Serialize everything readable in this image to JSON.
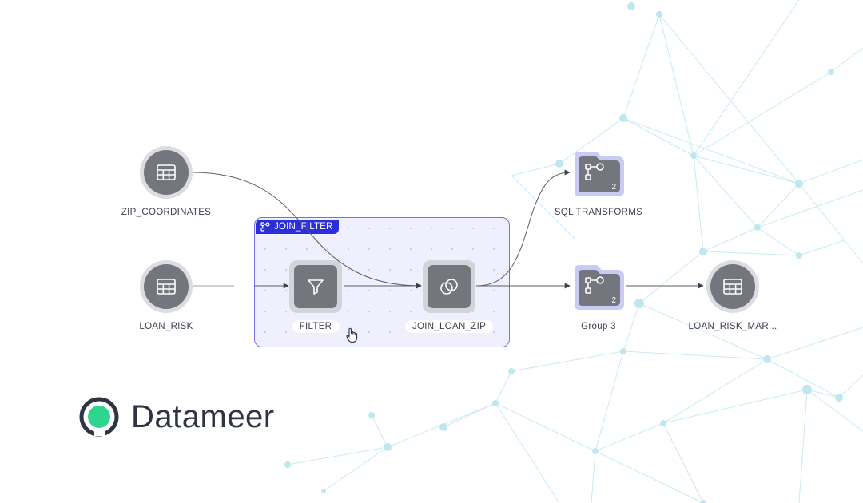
{
  "group": {
    "tag_label": "JOIN_FILTER",
    "tag_icon": "group-icon",
    "accent": "#2b2fd9",
    "border": "#6d72e0"
  },
  "nodes": {
    "zip_coordinates": {
      "label": "ZIP_COORDINATES",
      "icon": "table-icon"
    },
    "loan_risk": {
      "label": "LOAN_RISK",
      "icon": "table-icon"
    },
    "filter": {
      "label": "FILTER",
      "icon": "filter-funnel-icon"
    },
    "join_loan_zip": {
      "label": "JOIN_LOAN_ZIP",
      "icon": "join-circles-icon"
    },
    "sql_transforms": {
      "label": "SQL TRANSFORMS",
      "icon": "folder-flow-icon",
      "count": "2"
    },
    "group_3": {
      "label": "Group 3",
      "icon": "folder-flow-icon",
      "count": "2"
    },
    "loan_risk_mart": {
      "label": "LOAN_RISK_MAR...",
      "icon": "table-icon"
    }
  },
  "brand": {
    "name": "Datameer",
    "logo_color": "#2fd58f",
    "ring_color": "#2f3445"
  },
  "colors": {
    "node_gray": "#74767e",
    "node_ring": "#dcdde2",
    "folder_fill": "#c9cbf3",
    "edge": "#3b3f4c",
    "network": "#bfe6ef"
  }
}
